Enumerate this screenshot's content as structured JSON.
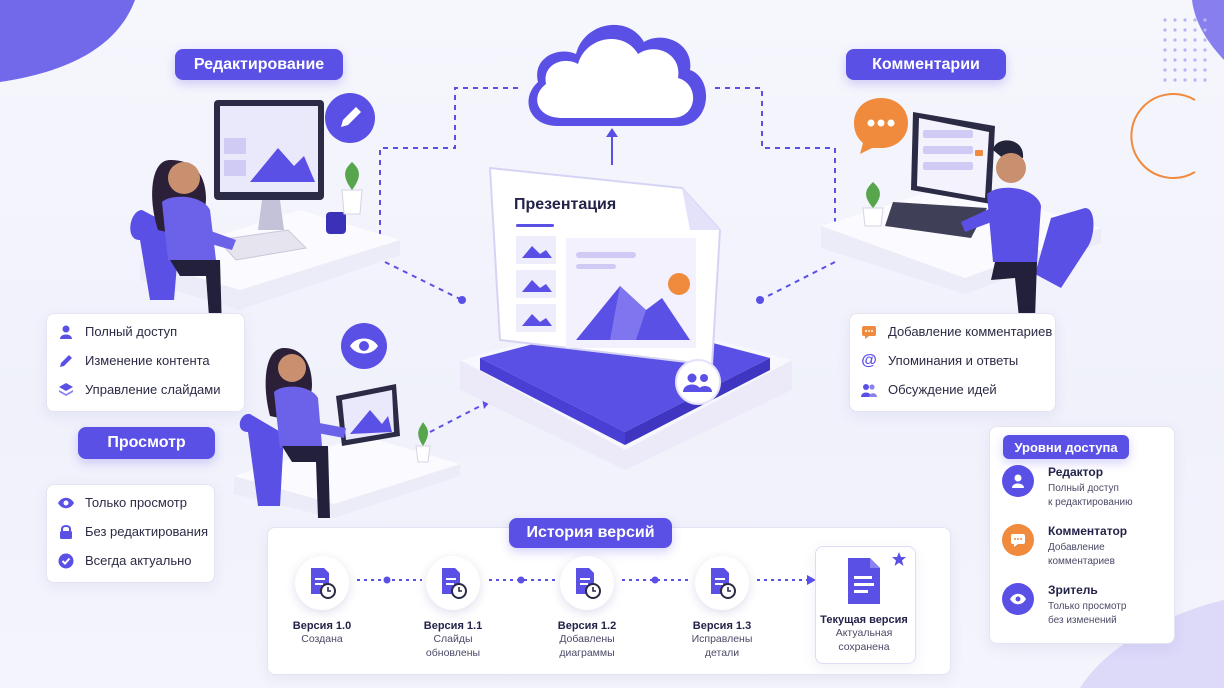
{
  "labels": {
    "editing": "Редактирование",
    "comments": "Комментарии",
    "viewing": "Просмотр",
    "history": "История версий",
    "presentation": "Презентация"
  },
  "editing_features": [
    "Полный доступ",
    "Изменение контента",
    "Управление слайдами"
  ],
  "comment_features": [
    "Добавление комментариев",
    "Упоминания и ответы",
    "Обсуждение идей"
  ],
  "view_features": [
    "Только просмотр",
    "Без редактирования",
    "Всегда актуально"
  ],
  "access_levels": {
    "title": "Уровни доступа",
    "items": [
      {
        "name": "Редактор",
        "desc1": "Полный доступ",
        "desc2": "к редактированию",
        "color": "#5b50e6"
      },
      {
        "name": "Комментатор",
        "desc1": "Добавление",
        "desc2": "комментариев",
        "color": "#f08a3c"
      },
      {
        "name": "Зритель",
        "desc1": "Только просмотр",
        "desc2": "без изменений",
        "color": "#5b50e6"
      }
    ]
  },
  "versions": [
    {
      "title": "Версия 1.0",
      "l1": "Создана",
      "l2": ""
    },
    {
      "title": "Версия 1.1",
      "l1": "Слайды",
      "l2": "обновлены"
    },
    {
      "title": "Версия 1.2",
      "l1": "Добавлены",
      "l2": "диаграммы"
    },
    {
      "title": "Версия 1.3",
      "l1": "Исправлены",
      "l2": "детали"
    },
    {
      "title": "Текущая версия",
      "l1": "Актуальная",
      "l2": "сохранена"
    }
  ],
  "colors": {
    "primary": "#5b50e6",
    "accent": "#f08a3c",
    "light": "#e4e2fb"
  }
}
